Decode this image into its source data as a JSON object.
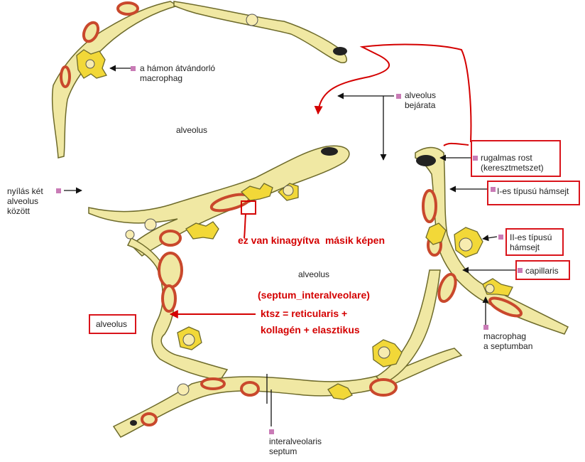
{
  "labels": {
    "hamon_macrophag": "a hámon átvándorló\nmacrophag",
    "alveolus_top": "alveolus",
    "alveolus_bejarata": "alveolus\nbejárata",
    "rugalmas_rost": "rugalmas rost\n(keresztmetszet)",
    "nyilas": "nyílás két\nalveolus\nközött",
    "i_es_hamsejt": "I-es típusú hámsejt",
    "ii_es_hamsejt": "II-es típusú\nhámsejt",
    "alveolus_center": "alveolus",
    "capillaris": "capillaris",
    "alveolus_left": "alveolus",
    "macrophag_septum": "macrophag\na septumban",
    "interalveolaris": "interalveolaris\nseptum"
  },
  "annotations": {
    "kinagyitva": "ez van kinagyítva  másik képen",
    "septum_line1": "(septum_interalveolare)",
    "septum_line2": "ktsz = reticularis +",
    "septum_line3": "kollagén + elasztikus"
  },
  "colors": {
    "wall_fill": "#f0e8a3",
    "wall_stroke": "#6d6a2a",
    "capillary_red": "#c9482c",
    "macrophage_yellow": "#f2d838",
    "annotation_red": "#d40000",
    "marker_pink": "#c97bb6"
  }
}
